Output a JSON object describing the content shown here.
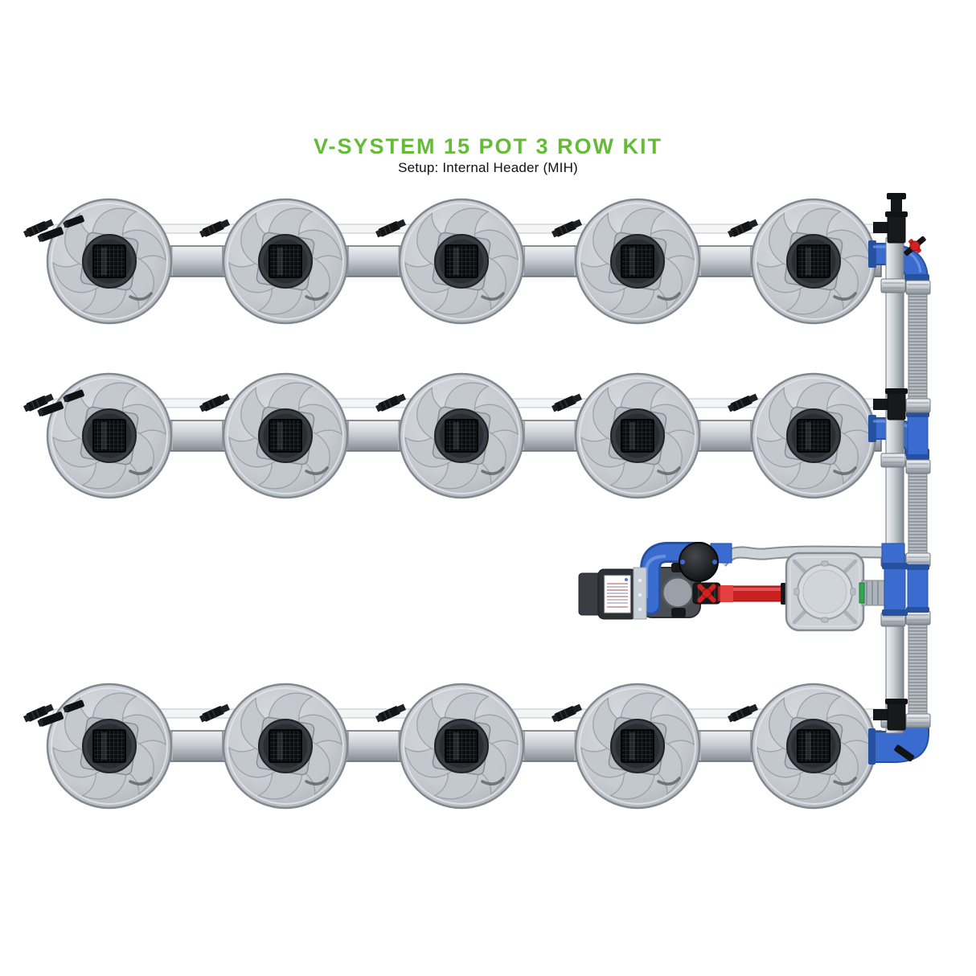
{
  "header": {
    "title": "V-SYSTEM 15 POT 3 ROW KIT",
    "subtitle": "Setup: Internal Header (MIH)"
  },
  "colors": {
    "background": "#ffffff",
    "title_green": "#64bb36",
    "subtitle_text": "#111111",
    "pot_body": "#c9cdd3",
    "pot_ring_dark": "#35393e",
    "pipe_metal": "#c6cbd1",
    "hose_gray": "#b7bcc2",
    "fitting_blue": "#3a6cd0",
    "fitting_blue_dark": "#27509f",
    "valve_red": "#d12222",
    "pipe_red": "#c92121",
    "fitting_black": "#17191b",
    "tank_gray": "#ccd1d6",
    "accent_green": "#2fa84e"
  },
  "system": {
    "rows": 3,
    "pots_per_row": 5,
    "total_pots": 15,
    "components": {
      "pot": "vortex-pot-top-view",
      "net_pot": "square-mesh-lid",
      "row_pipe": "gray-inter-pot-pipe",
      "feed_line": "thin-white-feed-line",
      "drain_hose": "corrugated-return-hose",
      "manifold": "vertical-internal-header-pipe",
      "elbow": "blue-elbow-fitting",
      "pump": "water-pump-with-motor",
      "reservoir": "square-tank-top-view",
      "red_pipe": "red-pump-intake-pipe",
      "valve": "red-ball-valve",
      "clamp": "steel-hose-clamp"
    }
  }
}
